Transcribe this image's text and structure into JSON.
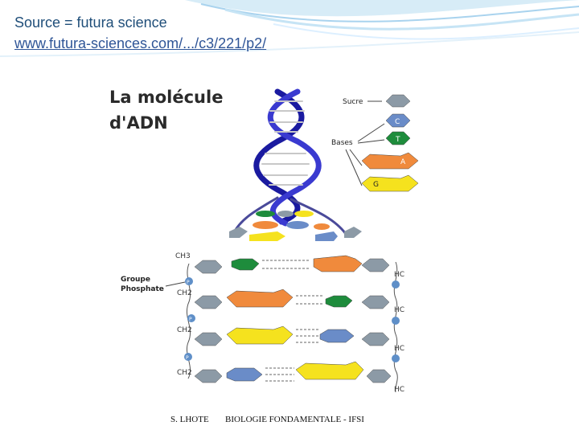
{
  "slide": {
    "source_title": "Source = futura science",
    "source_url": "www.futura-sciences.com/.../c3/221/p2/"
  },
  "figure": {
    "title_line1": "La molécule",
    "title_line2": "d'ADN",
    "legend": {
      "sucre": "Sucre",
      "bases": "Bases",
      "base_c": "C",
      "base_t": "T",
      "base_a": "A",
      "base_g": "G"
    },
    "groupe_line1": "Groupe",
    "groupe_line2": "Phosphate",
    "left_labels": [
      "CH3",
      "CH2",
      "CH2",
      "CH2"
    ],
    "right_labels": [
      "HC",
      "HC",
      "HC",
      "HC"
    ],
    "phosphate_letter": "P",
    "colors": {
      "backbone": "#1a1aa0",
      "sugar": "#8c9aa6",
      "cytosine": "#6a8cc8",
      "thymine": "#1e8c3c",
      "adenine": "#f08a3c",
      "guanine": "#f5e21e",
      "phosphate": "#5f8fc8"
    }
  },
  "footer": {
    "author": "S. LHOTE",
    "course": "BIOLOGIE FONDAMENTALE - IFSI"
  }
}
